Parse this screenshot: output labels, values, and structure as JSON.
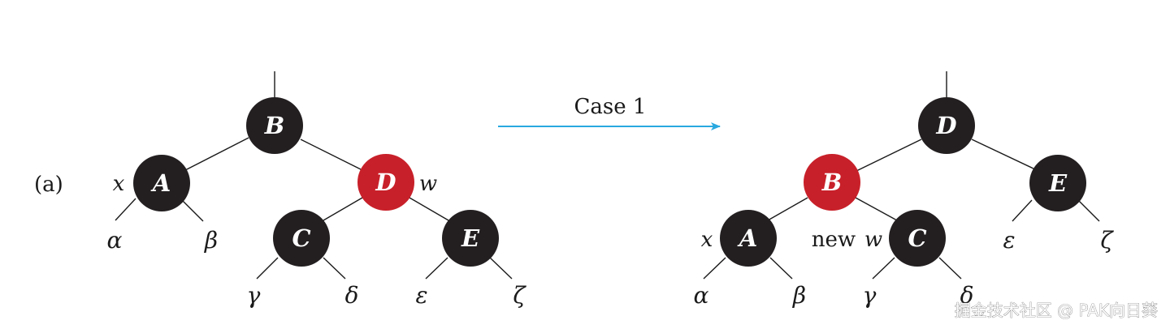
{
  "figure_label": "(a)",
  "transition": {
    "label": "Case 1",
    "arrow_color": "#29a8e0"
  },
  "colors": {
    "black_node": "#231f20",
    "red_node": "#c8202a",
    "edge": "#1a1a1a"
  },
  "before": {
    "nodes": [
      {
        "id": "B",
        "label": "B",
        "color": "black"
      },
      {
        "id": "A",
        "label": "A",
        "color": "black"
      },
      {
        "id": "D",
        "label": "D",
        "color": "red"
      },
      {
        "id": "C",
        "label": "C",
        "color": "black"
      },
      {
        "id": "E",
        "label": "E",
        "color": "black"
      }
    ],
    "subtrees": [
      "α",
      "β",
      "γ",
      "δ",
      "ε",
      "ζ"
    ],
    "tags": {
      "x": "x",
      "w": "w"
    }
  },
  "after": {
    "nodes": [
      {
        "id": "D",
        "label": "D",
        "color": "black"
      },
      {
        "id": "B",
        "label": "B",
        "color": "red"
      },
      {
        "id": "E",
        "label": "E",
        "color": "black"
      },
      {
        "id": "A",
        "label": "A",
        "color": "black"
      },
      {
        "id": "C",
        "label": "C",
        "color": "black"
      }
    ],
    "subtrees": [
      "α",
      "β",
      "γ",
      "δ",
      "ε",
      "ζ"
    ],
    "tags": {
      "x": "x",
      "new": "new",
      "w": "w"
    }
  },
  "watermark": "掘金技术社区 @ PAK向日葵"
}
